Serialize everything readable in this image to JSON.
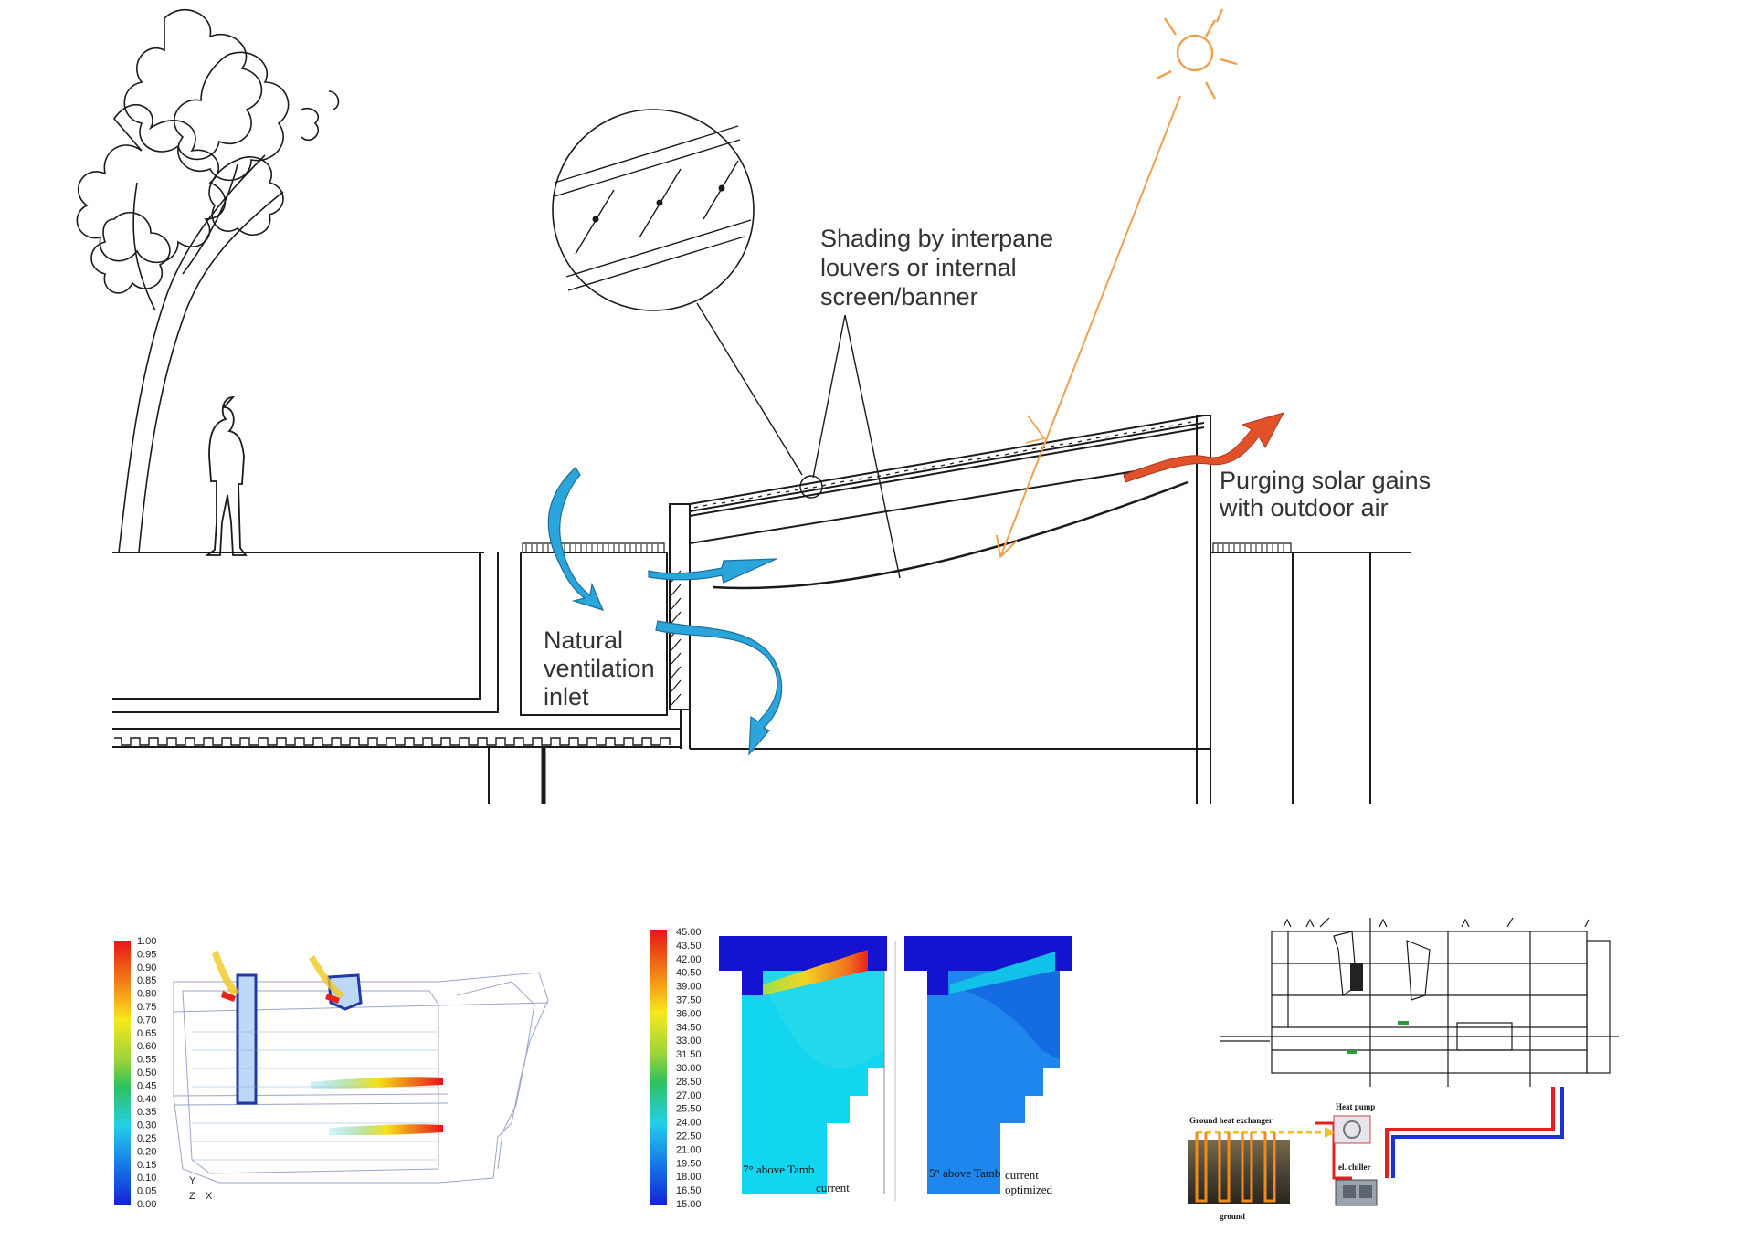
{
  "labels": {
    "shading": [
      "Shading by interpane",
      "louvers or internal",
      "screen/banner"
    ],
    "purging": [
      "Purging solar gains",
      "with outdoor air"
    ],
    "ventilation": [
      "Natural",
      "ventilation",
      "inlet"
    ]
  },
  "colors": {
    "ventilation_arrows": "#2aa6dc",
    "purge_arrow": "#e2522a",
    "sun": "#f0a04c",
    "line": "#1a1a1a"
  },
  "flow_panel": {
    "scale_ticks": [
      "1.00",
      "0.95",
      "0.90",
      "0.85",
      "0.80",
      "0.75",
      "0.70",
      "0.65",
      "0.60",
      "0.55",
      "0.50",
      "0.45",
      "0.40",
      "0.35",
      "0.30",
      "0.25",
      "0.20",
      "0.15",
      "0.10",
      "0.05",
      "0.00"
    ],
    "axis_labels": [
      "Y",
      "Z",
      "X"
    ]
  },
  "temp_panel": {
    "scale_ticks": [
      "45.00",
      "43.50",
      "42.00",
      "40.50",
      "39.00",
      "37.50",
      "36.00",
      "34.50",
      "33.00",
      "31.50",
      "30.00",
      "28.50",
      "27.00",
      "25.50",
      "24.00",
      "22.50",
      "21.00",
      "19.50",
      "18.00",
      "16.50",
      "15.00"
    ],
    "left": {
      "note": "7° above Tamb",
      "caption": "current"
    },
    "right": {
      "note": "5° above Tamb",
      "caption": [
        "current",
        "optimized"
      ]
    }
  },
  "system_panel": {
    "labels": {
      "ground_hx": "Ground heat exchanger",
      "heat_pump": "Heat pump",
      "chiller": "el. chiller",
      "ground": "ground"
    }
  }
}
